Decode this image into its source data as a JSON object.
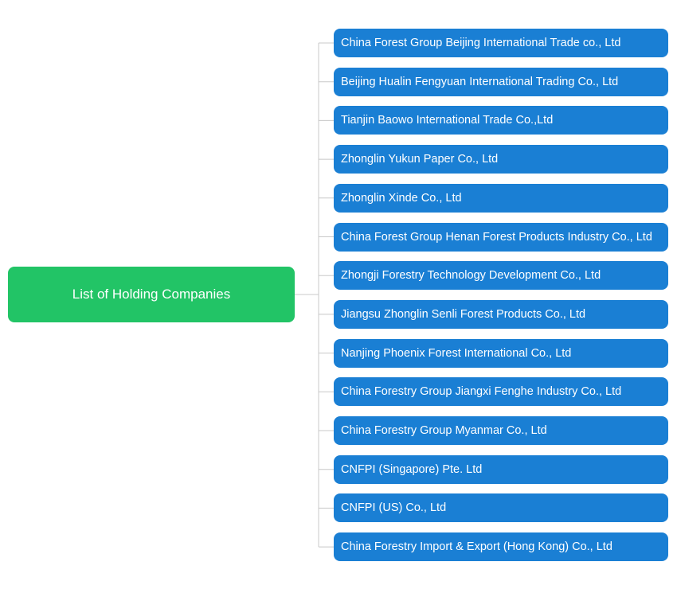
{
  "diagram": {
    "root": {
      "label": "List of Holding Companies"
    },
    "children": [
      {
        "label": "China Forest Group Beijing International Trade co., Ltd"
      },
      {
        "label": "Beijing Hualin Fengyuan International Trading Co., Ltd"
      },
      {
        "label": "Tianjin Baowo International Trade Co.,Ltd"
      },
      {
        "label": "Zhonglin Yukun Paper Co., Ltd"
      },
      {
        "label": "Zhonglin Xinde Co., Ltd"
      },
      {
        "label": "China Forest Group Henan Forest Products Industry Co., Ltd"
      },
      {
        "label": "Zhongji Forestry Technology Development Co., Ltd"
      },
      {
        "label": "Jiangsu Zhonglin Senli Forest Products Co., Ltd"
      },
      {
        "label": "Nanjing Phoenix Forest International Co., Ltd"
      },
      {
        "label": "China Forestry Group Jiangxi Fenghe Industry Co., Ltd"
      },
      {
        "label": "China Forestry Group Myanmar Co., Ltd"
      },
      {
        "label": "CNFPI (Singapore) Pte. Ltd"
      },
      {
        "label": "CNFPI (US) Co., Ltd"
      },
      {
        "label": "China Forestry Import & Export (Hong Kong) Co., Ltd"
      }
    ]
  },
  "colors": {
    "root_fill": "#22c466",
    "child_fill": "#1a7fd4",
    "connector": "#c8c8c8"
  }
}
